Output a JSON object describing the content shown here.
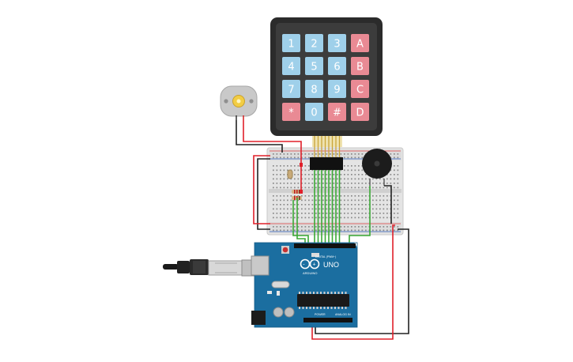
{
  "keypad": {
    "rows": [
      [
        "1",
        "2",
        "3",
        "A"
      ],
      [
        "4",
        "5",
        "6",
        "B"
      ],
      [
        "7",
        "8",
        "9",
        "C"
      ],
      [
        "*",
        "0",
        "#",
        "D"
      ]
    ],
    "digit_key_color": "#9fd0ea",
    "letter_key_color": "#e98a94",
    "body_color": "#333333"
  },
  "arduino": {
    "model": "UNO",
    "brand": "ARDUINO",
    "digital_header": "DIGITAL (PWM~)",
    "power_header": "POWER",
    "analog_header": "ANALOG IN",
    "board_color": "#1b6ea0"
  },
  "wires": {
    "signal_color": "#3aa935",
    "power_color": "#e0202a",
    "ground_color": "#222222"
  },
  "components": {
    "motor": "dc-motor",
    "buzzer": "piezo-buzzer",
    "breadboard": "breadboard-small",
    "usb": "usb-cable"
  }
}
